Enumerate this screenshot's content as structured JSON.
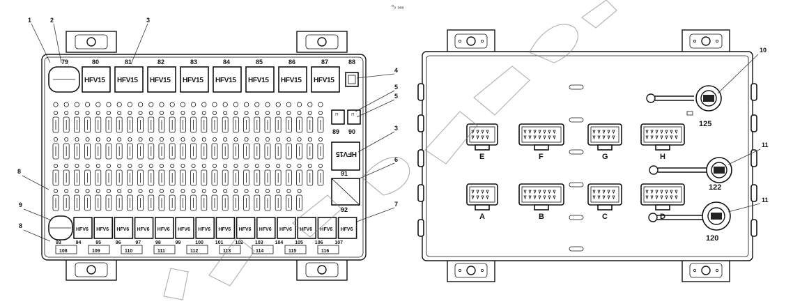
{
  "header_mark": "ᵒ₀ ₒₒₒ",
  "callouts": [
    "1",
    "2",
    "3",
    "4",
    "5",
    "5",
    "3",
    "6",
    "7",
    "8",
    "9",
    "8",
    "10",
    "11",
    "11"
  ],
  "left_panel": {
    "top_relays": [
      {
        "number": "79",
        "label": ""
      },
      {
        "number": "80",
        "label": "HFV15"
      },
      {
        "number": "81",
        "label": "HFV15"
      },
      {
        "number": "82",
        "label": "HFV15"
      },
      {
        "number": "83",
        "label": "HFV15"
      },
      {
        "number": "84",
        "label": "HFV15"
      },
      {
        "number": "85",
        "label": "HFV15"
      },
      {
        "number": "86",
        "label": "HFV15"
      },
      {
        "number": "87",
        "label": "HFV15"
      },
      {
        "number": "88",
        "label": ""
      }
    ],
    "small_relays": [
      "89",
      "90"
    ],
    "side_relay": {
      "number": "91",
      "label": "HFV15"
    },
    "big_relay": "92",
    "bottom_relays": [
      "HFV6",
      "HFV6",
      "HFV6",
      "HFV6",
      "HFV6",
      "HFV6",
      "HFV6",
      "HFV6",
      "HFV6",
      "HFV6",
      "HFV6",
      "HFV6",
      "HFV6",
      "HFV6"
    ],
    "bottom_numbers": [
      "93",
      "94",
      "95",
      "96",
      "97",
      "98",
      "99",
      "100",
      "101",
      "102",
      "103",
      "104",
      "105",
      "106",
      "107"
    ],
    "fuse_numbers": [
      "108",
      "109",
      "110",
      "111",
      "112",
      "113",
      "114",
      "115",
      "116"
    ]
  },
  "right_panel": {
    "connectors": [
      "E",
      "F",
      "G",
      "H",
      "A",
      "B",
      "C",
      "D"
    ],
    "terminals": [
      "125",
      "122",
      "120"
    ]
  }
}
